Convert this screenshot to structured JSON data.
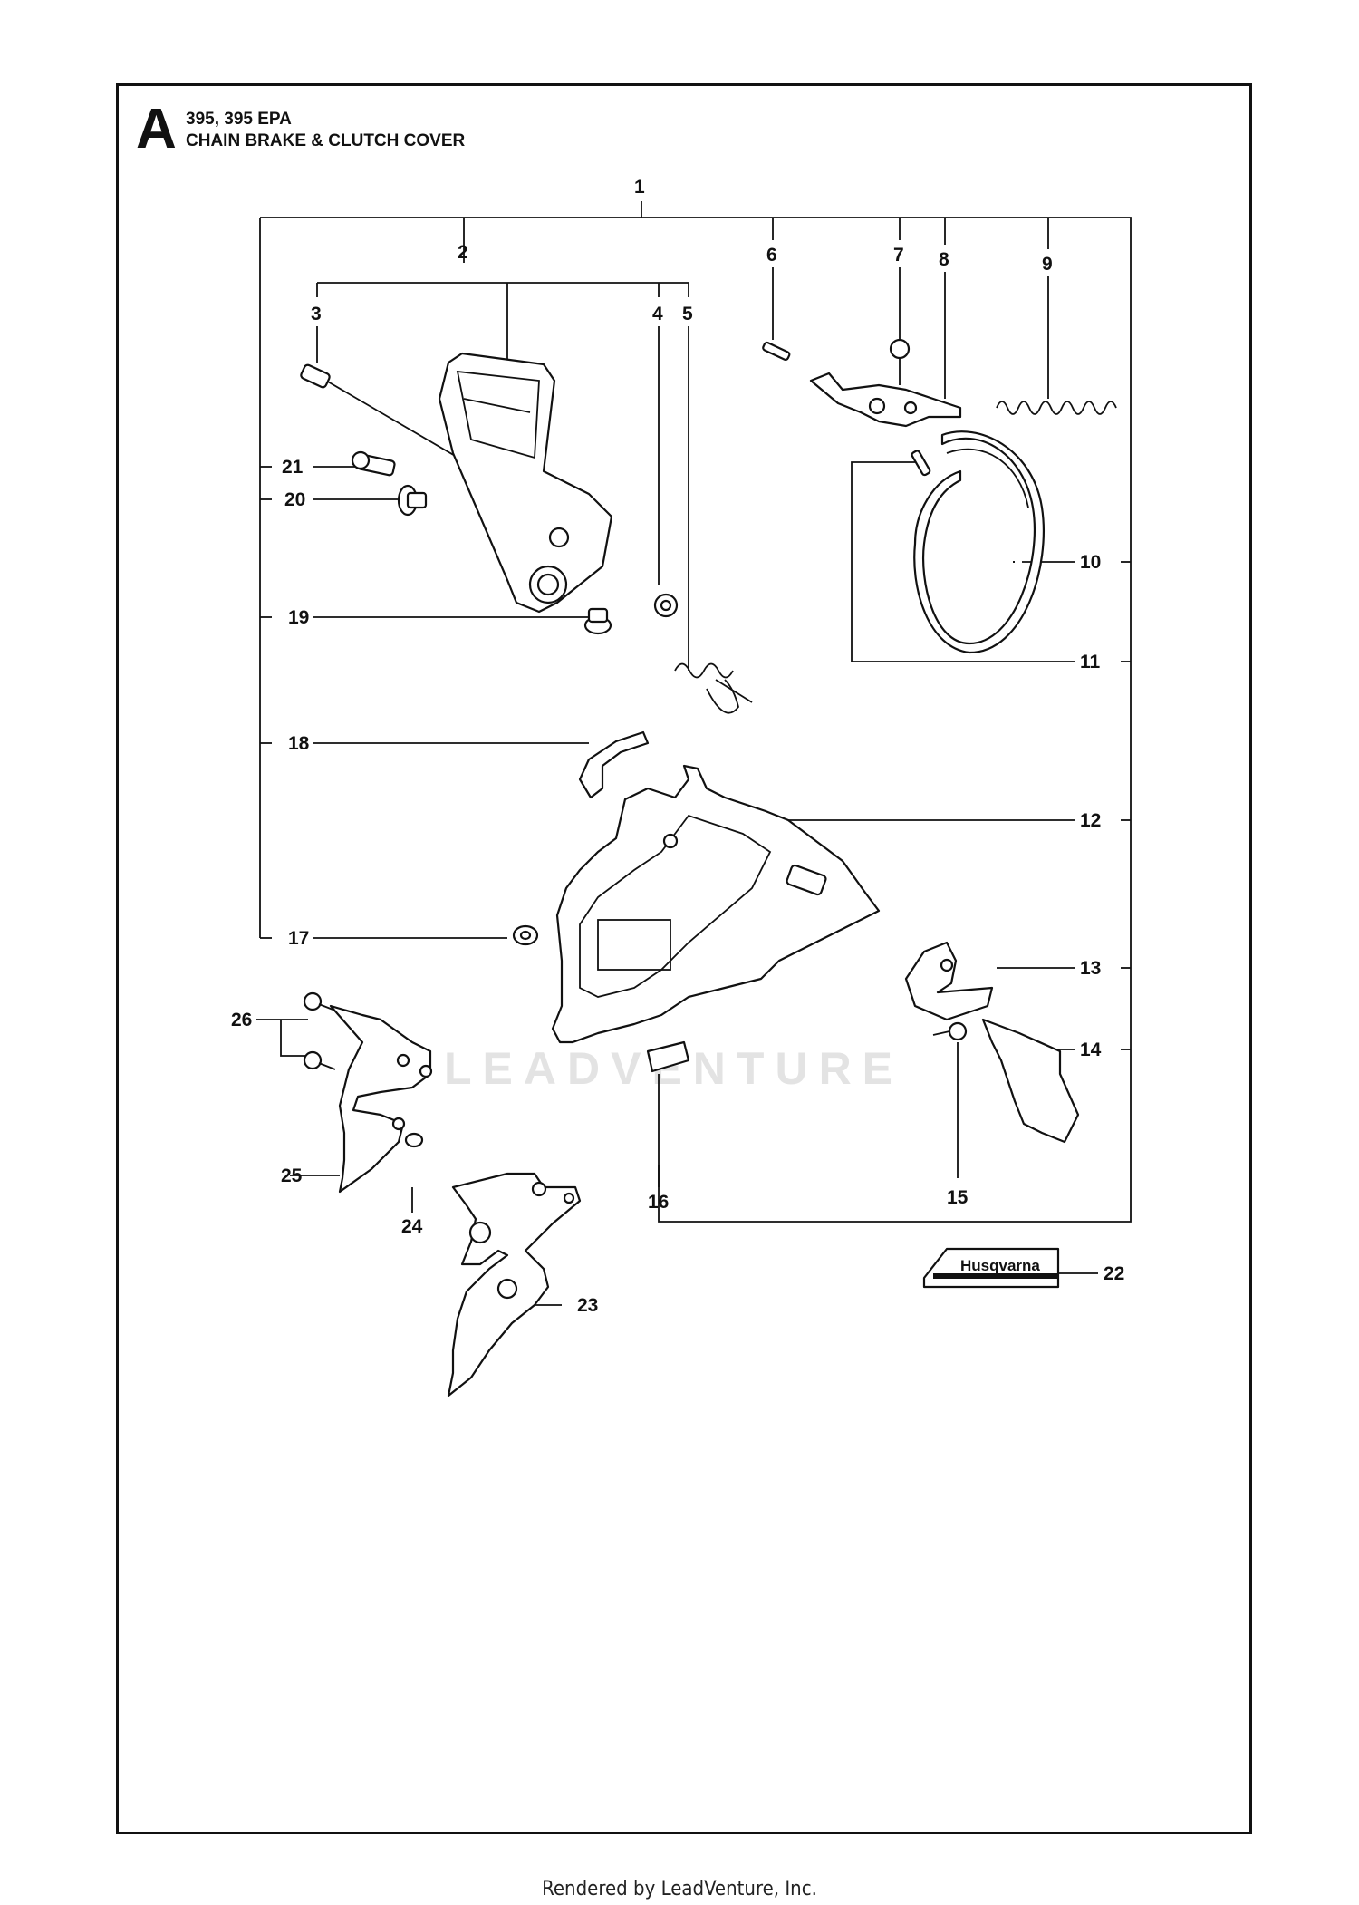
{
  "header": {
    "section_letter": "A",
    "model": "395, 395 EPA",
    "title": "CHAIN BRAKE & CLUTCH COVER"
  },
  "callouts": [
    "1",
    "2",
    "3",
    "4",
    "5",
    "6",
    "7",
    "8",
    "9",
    "10",
    "11",
    "12",
    "13",
    "14",
    "15",
    "16",
    "17",
    "18",
    "19",
    "20",
    "21",
    "22",
    "23",
    "24",
    "25",
    "26"
  ],
  "decal_text": "Husqvarna",
  "watermark": "LEADVENTURE",
  "footer": "Rendered by LeadVenture, Inc."
}
